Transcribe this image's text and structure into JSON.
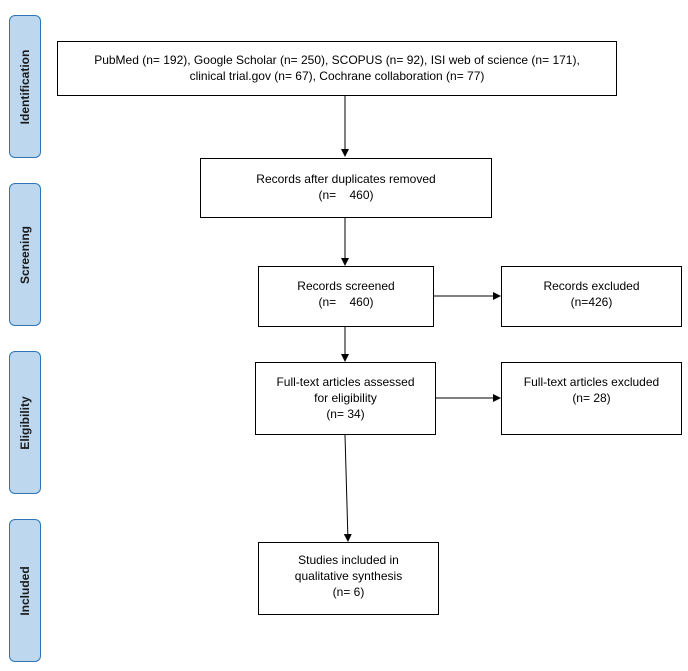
{
  "stages": {
    "identification": "Identification",
    "screening": "Screening",
    "eligibility": "Eligibility",
    "included": "Included"
  },
  "boxes": {
    "identification": {
      "line1": "PubMed (n= 192), Google Scholar (n= 250), SCOPUS (n= 92), ISI web of science (n= 171),",
      "line2": "clinical trial.gov (n= 67), Cochrane collaboration (n= 77)"
    },
    "duplicates_removed": {
      "line1": "Records after duplicates removed",
      "line2": "(n=    460)"
    },
    "screened": {
      "line1": "Records screened",
      "line2": "(n=    460)"
    },
    "excluded": {
      "line1": "Records excluded",
      "line2": "(n=426)"
    },
    "fulltext_assessed": {
      "line1": "Full-text articles assessed",
      "line2": "for eligibility",
      "line3": "(n= 34)"
    },
    "fulltext_excluded": {
      "line1": "Full-text articles excluded",
      "line2": "(n= 28)"
    },
    "included": {
      "line1": "Studies included in",
      "line2": "qualitative synthesis",
      "line3": "(n= 6)"
    }
  },
  "colors": {
    "stage_fill": "#bdd7ee",
    "stage_border": "#2e75b6",
    "box_border": "#000000",
    "arrow": "#000000"
  }
}
